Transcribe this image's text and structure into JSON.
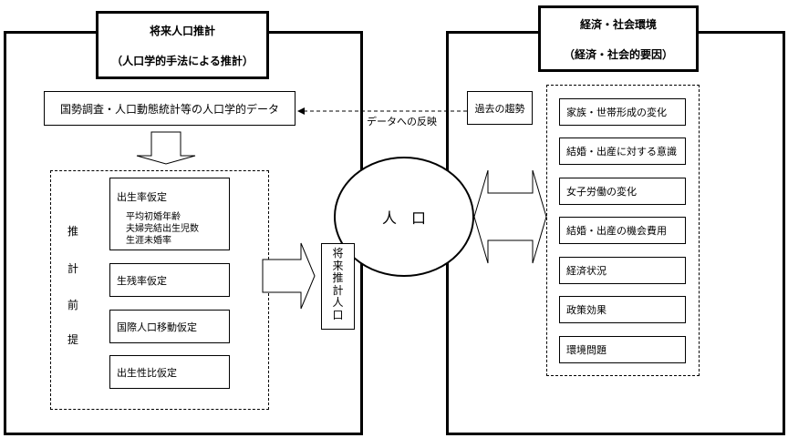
{
  "left_panel": {
    "title_line1": "将来人口推計",
    "title_line2": "（人口学的手法による推計）",
    "data_source": "国勢調査・人口動態統計等の人口学的データ",
    "premise_label": [
      "推",
      "計",
      "前",
      "提"
    ],
    "assumptions": [
      {
        "label": "出生率仮定",
        "sub_items": [
          "平均初婚年齢",
          "夫婦完結出生児数",
          "生涯未婚率"
        ]
      },
      {
        "label": "生残率仮定"
      },
      {
        "label": "国際人口移動仮定"
      },
      {
        "label": "出生性比仮定"
      }
    ],
    "output_label": [
      "将",
      "来",
      "推",
      "計",
      "人",
      "口"
    ]
  },
  "center": {
    "population_label": "人　口",
    "data_reflection_label": "データへの反映"
  },
  "right_panel": {
    "title_line1": "経済・社会環境",
    "title_line2": "（経済・社会的要因）",
    "past_trend": "過去の趨勢",
    "factors": [
      "家族・世帯形成の変化",
      "結婚・出産に対する意識",
      "女子労働の変化",
      "結婚・出産の機会費用",
      "経済状況",
      "政策効果",
      "環境問題"
    ]
  }
}
